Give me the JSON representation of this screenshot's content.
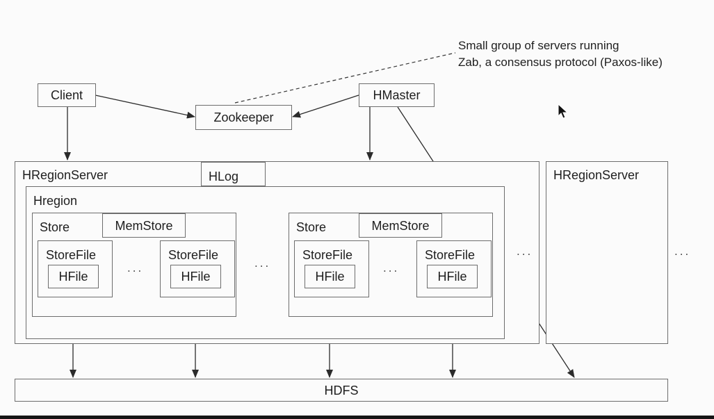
{
  "note": {
    "line1": "Small group of servers running",
    "line2": "Zab, a consensus protocol (Paxos-like)"
  },
  "nodes": {
    "client": "Client",
    "zookeeper": "Zookeeper",
    "hmaster": "HMaster",
    "hregionserver_main": "HRegionServer",
    "hregionserver_other": "HRegionServer",
    "hlog": "HLog",
    "hregion": "Hregion",
    "hdfs": "HDFS"
  },
  "stores": [
    {
      "label": "Store",
      "memstore": "MemStore",
      "storefiles": [
        {
          "label": "StoreFile",
          "hfile": "HFile"
        },
        {
          "label": "StoreFile",
          "hfile": "HFile"
        }
      ],
      "ellipsis": "..."
    },
    {
      "label": "Store",
      "memstore": "MemStore",
      "storefiles": [
        {
          "label": "StoreFile",
          "hfile": "HFile"
        },
        {
          "label": "StoreFile",
          "hfile": "HFile"
        }
      ],
      "ellipsis": "..."
    }
  ],
  "ellipses": {
    "between_stores": "...",
    "after_hregion": "...",
    "after_other_server": "..."
  },
  "colors": {
    "line": "#2b2b2b",
    "border": "#6d6d6d",
    "background": "#fbfbfb"
  }
}
